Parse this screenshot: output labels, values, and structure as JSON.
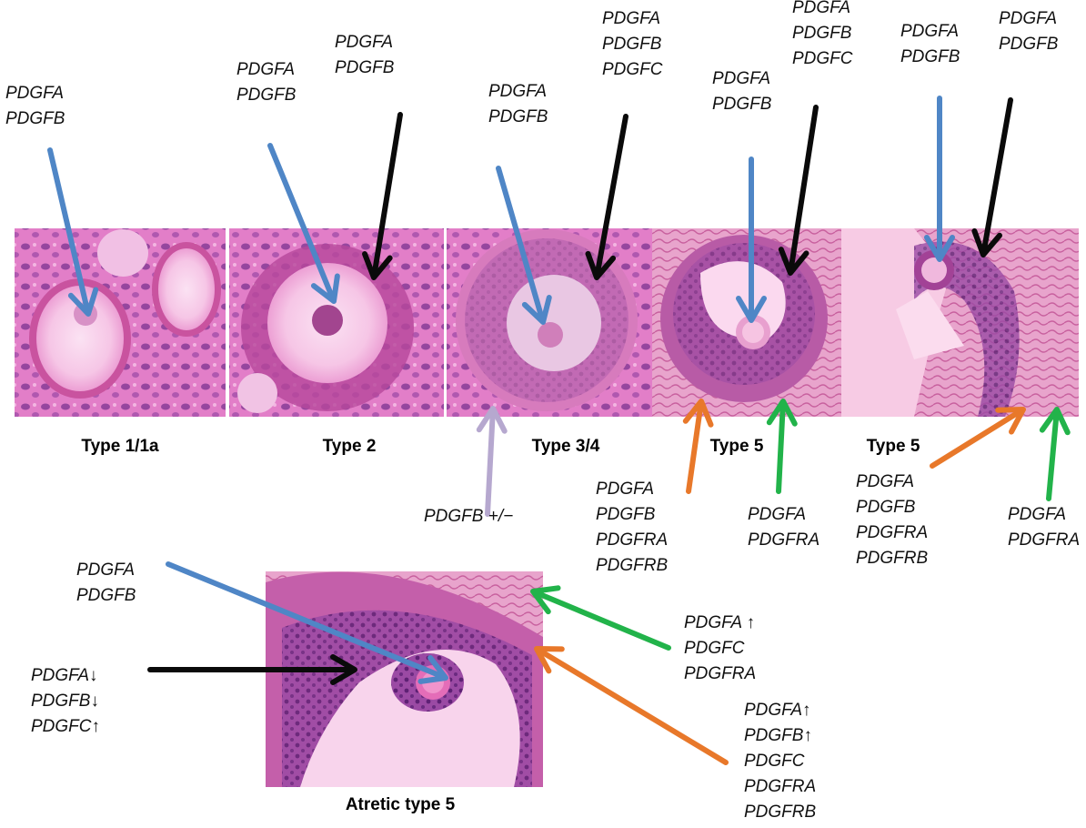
{
  "colors": {
    "blue": "#4f86c6",
    "black": "#0a0a0a",
    "lavender": "#b6a8cf",
    "orange": "#e8782a",
    "green": "#22b34a",
    "tissue_light": "#f2b0dc",
    "tissue_dark": "#7d2f86"
  },
  "captions": {
    "type1": "Type 1/1a",
    "type2": "Type 2",
    "type34": "Type 3/4",
    "type5a": "Type 5",
    "type5b": "Type 5",
    "atretic": "Atretic type 5"
  },
  "labels": {
    "t1_oocyte": [
      "PDGFA",
      "PDGFB"
    ],
    "t2_oocyte": [
      "PDGFA",
      "PDGFB"
    ],
    "t2_granulosa": [
      "PDGFA",
      "PDGFB"
    ],
    "t34_oocyte": [
      "PDGFA",
      "PDGFB"
    ],
    "t34_granulosa": [
      "PDGFA",
      "PDGFB",
      "PDGFC"
    ],
    "t34_theca": [
      "PDGFB +/−"
    ],
    "t5a_oocyte": [
      "PDGFA",
      "PDGFB"
    ],
    "t5a_granulosa": [
      "PDGFA",
      "PDGFB",
      "PDGFC"
    ],
    "t5a_theca_interna": [
      "PDGFA",
      "PDGFB",
      "PDGFRA",
      "PDGFRB"
    ],
    "t5a_theca_externa": [
      "PDGFA",
      "PDGFRA"
    ],
    "t5b_oocyte": [
      "PDGFA",
      "PDGFB"
    ],
    "t5b_granulosa": [
      "PDGFA",
      "PDGFB"
    ],
    "t5b_theca_interna": [
      "PDGFA",
      "PDGFB",
      "PDGFRA",
      "PDGFRB"
    ],
    "t5b_theca_externa": [
      "PDGFA",
      "PDGFRA"
    ],
    "atr_oocyte": [
      "PDGFA",
      "PDGFB"
    ],
    "atr_granulosa": [
      "PDGFA↓",
      "PDGFB↓",
      "PDGFC↑"
    ],
    "atr_theca_externa": [
      "PDGFA ↑",
      "PDGFC",
      "PDGFRA"
    ],
    "atr_theca_interna": [
      "PDGFA↑",
      "PDGFB↑",
      "PDGFC",
      "PDGFRA",
      "PDGFRB"
    ]
  }
}
